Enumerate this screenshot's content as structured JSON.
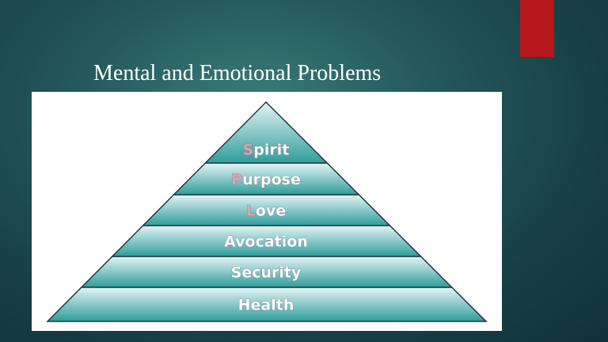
{
  "slide": {
    "title": "Mental and Emotional Problems",
    "accent_color": "#b5171b"
  },
  "pyramid": {
    "levels": [
      {
        "label": "Spirit",
        "initial_color": "#e6a0b4"
      },
      {
        "label": "Purpose",
        "initial_color": "#e6a0b4"
      },
      {
        "label": "Love",
        "initial_color": "#e6a0b4"
      },
      {
        "label": "Avocation",
        "initial_color": "#ffffff"
      },
      {
        "label": "Security",
        "initial_color": "#ffffff"
      },
      {
        "label": "Health",
        "initial_color": "#ffffff"
      }
    ],
    "fill_colors": [
      "#e4f4f4",
      "#2f9c9c"
    ],
    "outline_color": "#1c3a40"
  }
}
